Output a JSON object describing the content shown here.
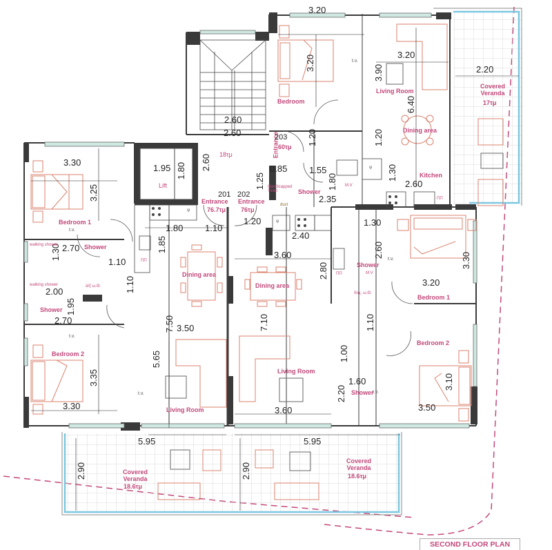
{
  "title": "SECOND FLOOR PLAN",
  "colors": {
    "wall": "#3a3a3a",
    "room_label": "#c2477a",
    "furniture": "#d9826e",
    "veranda_edge": "#7cc7e0",
    "boundary_dashed": "#c2477a",
    "dimension_text": "#222222"
  },
  "core": {
    "lift": {
      "label": "Lift",
      "width": "1.95",
      "depth": "1.80"
    },
    "landing": {
      "area": "18τμ",
      "width": "2.60",
      "depth": "2.60",
      "side": "1.25"
    }
  },
  "apartments": [
    {
      "number": "201",
      "entrance_label": "Entrance",
      "area": "76.7τμ",
      "rooms": {
        "bedroom1": {
          "label": "Bedroom 1",
          "w": "3.30",
          "d": "3.25"
        },
        "shower1": {
          "label": "Shower",
          "w": "2.70",
          "d": "1.30",
          "fixture": "walking shower"
        },
        "shower2": {
          "label": "Shower",
          "w": "2.70",
          "w2": "2.00",
          "d": "1.95",
          "fixture": "walking shower",
          "fixture2": "ά/ξ ω.Θ."
        },
        "bedroom2": {
          "label": "Bedroom 2",
          "w": "3.30",
          "d": "3.35"
        },
        "dining": {
          "label": "Dining area"
        },
        "living": {
          "label": "Living Room",
          "w": "3.50",
          "d": "7.50",
          "d2": "5.65"
        },
        "kitchen_dims": {
          "a": "1.80",
          "b": "1.10",
          "c": "1.85"
        },
        "hall": {
          "a": "1.10",
          "b": "1.10"
        },
        "veranda": {
          "label": "Covered Veranda",
          "area": "18.6τμ",
          "w": "5.95",
          "d": "2.90"
        }
      }
    },
    {
      "number": "202",
      "entrance_label": "Entrance",
      "area": "76τμ",
      "rooms": {
        "entry": {
          "w": "1.20"
        },
        "dining": {
          "label": "Dining area",
          "w": "3.60",
          "k": "2.40",
          "d": "2.80"
        },
        "living": {
          "label": "Living Room",
          "w": "3.60",
          "d": "7.10"
        },
        "bedroom1": {
          "label": "Bedroom 1",
          "w": "3.20",
          "d": "3.30"
        },
        "shower1": {
          "label": "Shower",
          "w": "1.30",
          "d": "2.60",
          "fixture": "M.V",
          "fixture2": "δοχ. ω.Θ."
        },
        "bedroom2": {
          "label": "Bedroom 2",
          "w": "3.50",
          "d": "3.10"
        },
        "shower2": {
          "label": "Shower",
          "w": "1.60",
          "d": "2.20"
        },
        "hall": {
          "a": "1.10",
          "b": "1.00"
        },
        "veranda": {
          "label": "Covered Veranda",
          "area": "18.6τμ",
          "w": "5.95",
          "d": "2.90"
        }
      }
    },
    {
      "number": "203",
      "entrance_label": "Entrance",
      "area": "60τμ",
      "rooms": {
        "bedroom": {
          "label": "Bedroom",
          "w": "3.20",
          "d": "3.20"
        },
        "living": {
          "label": "Living Room",
          "w": "3.20",
          "d": "3.90"
        },
        "dining": {
          "label": "Dining area",
          "d": "6.40"
        },
        "kitchen": {
          "label": "Kitchen",
          "w": "2.60",
          "d": "1.30"
        },
        "hall": {
          "a": "1.20",
          "b": "1.20"
        },
        "wc": {
          "label": "Handicapped Toilet",
          "w": "0.85"
        },
        "shower": {
          "label": "Shower",
          "w": "1.55",
          "d": "1.80",
          "w2": "2.35",
          "fixture": "M.V"
        },
        "duct": "duct",
        "veranda": {
          "label": "Covered Veranda",
          "area": "17τμ",
          "w": "2.20"
        }
      }
    }
  ],
  "annotations": {
    "tv": "t.v.",
    "sink": "ψ",
    "fridge": "ΠΠ",
    "stair_width": "2.60"
  }
}
